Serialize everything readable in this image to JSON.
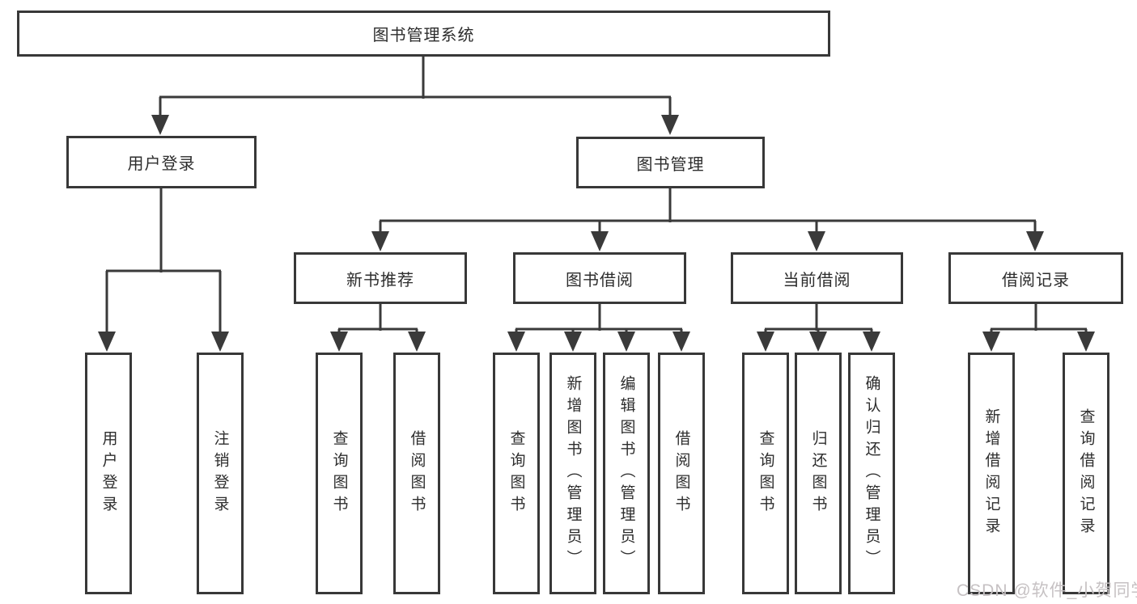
{
  "colors": {
    "line": "#3a3a3a",
    "box_border": "#383838",
    "text": "#2d2d2d",
    "background": "#ffffff",
    "watermark_text": "#c6c1c3"
  },
  "watermark": {
    "text": "CSDN @软件_小贺同学"
  },
  "diagram": {
    "root": {
      "label": "图书管理系统"
    },
    "branches": [
      {
        "label": "用户登录",
        "children": [
          {
            "label": "用户登录"
          },
          {
            "label": "注销登录"
          }
        ]
      },
      {
        "label": "图书管理",
        "children": [
          {
            "label": "新书推荐",
            "children": [
              {
                "label": "查询图书"
              },
              {
                "label": "借阅图书"
              }
            ]
          },
          {
            "label": "图书借阅",
            "children": [
              {
                "label": "查询图书"
              },
              {
                "label": "新增图书（管理员）"
              },
              {
                "label": "编辑图书（管理员）"
              },
              {
                "label": "借阅图书"
              }
            ]
          },
          {
            "label": "当前借阅",
            "children": [
              {
                "label": "查询图书"
              },
              {
                "label": "归还图书"
              },
              {
                "label": "确认归还（管理员）"
              }
            ]
          },
          {
            "label": "借阅记录",
            "children": [
              {
                "label": "新增借阅记录"
              },
              {
                "label": "查询借阅记录"
              }
            ]
          }
        ]
      }
    ]
  }
}
